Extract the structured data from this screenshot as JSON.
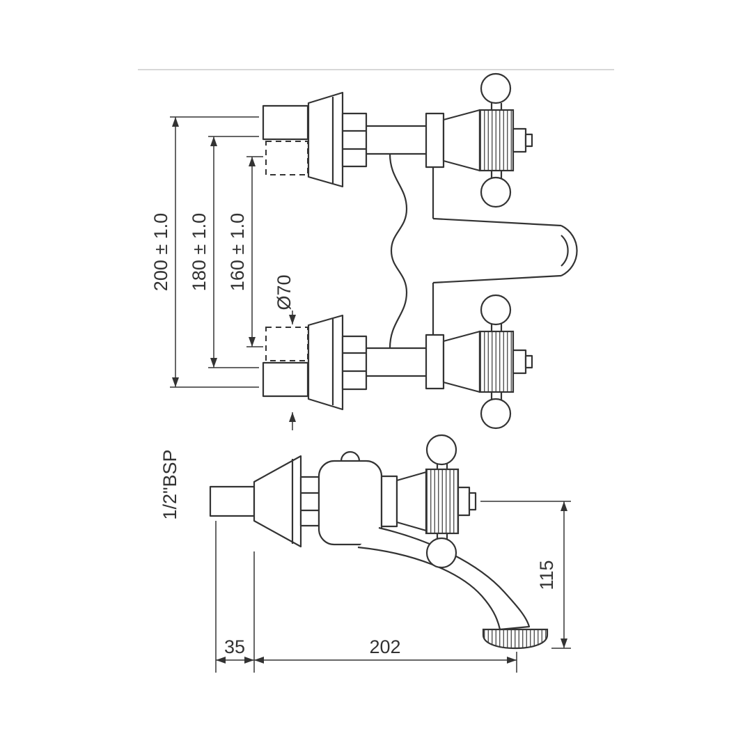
{
  "page": {
    "background": "#ffffff",
    "line_color": "#333333",
    "dimension_color": "#333333",
    "border_rule_color": "#d8d8d8"
  },
  "drawing": {
    "dimensions": {
      "dim_200": "200 ± 1.0",
      "dim_180": "180 ± 1.0",
      "dim_160": "160 ± 1.0",
      "dim_dia70": "Ø70",
      "dim_bsp": "1/2\"BSP",
      "dim_35": "35",
      "dim_202": "202",
      "dim_115": "115"
    }
  }
}
